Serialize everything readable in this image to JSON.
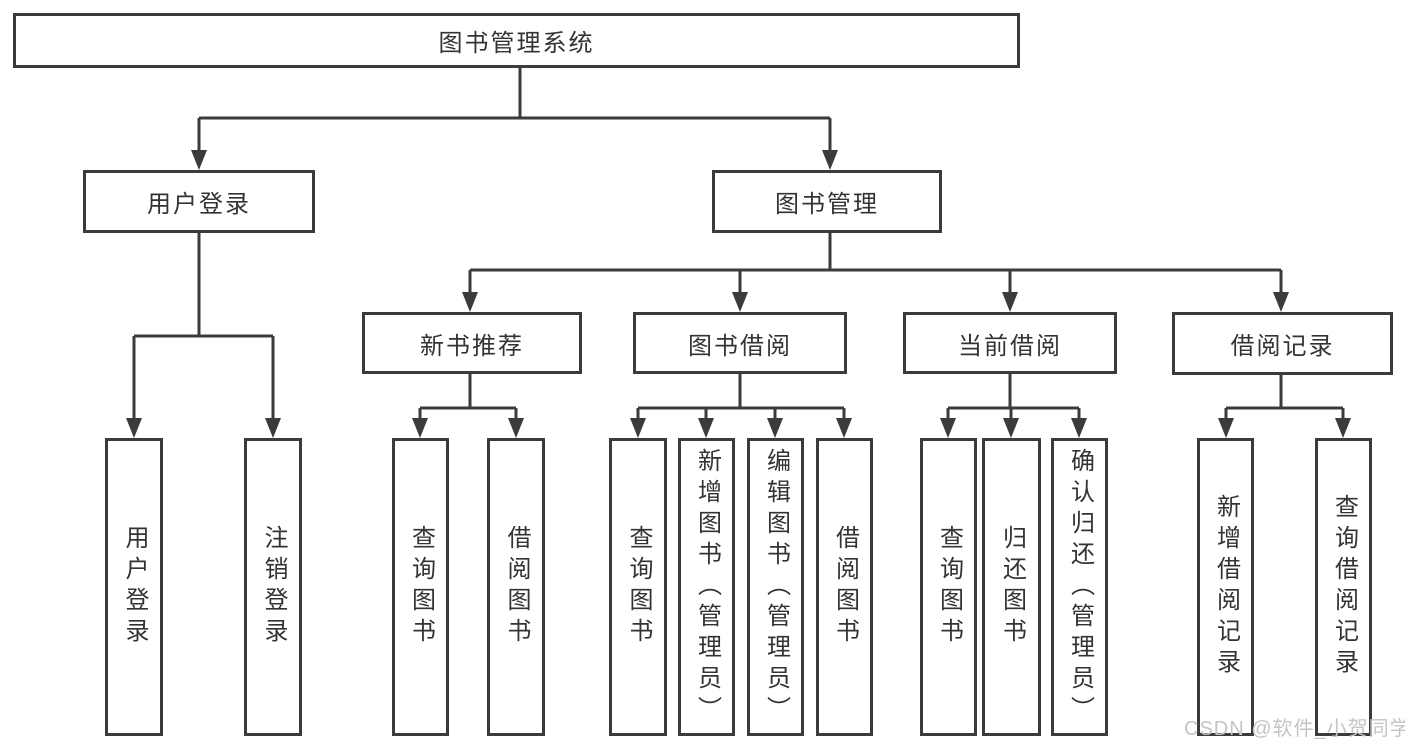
{
  "diagram": {
    "watermark": "CSDN @软件_小贺同学",
    "colors": {
      "line": "#3b3b3b",
      "text": "#333333",
      "watermark": "#c4c4c4",
      "background": "#ffffff"
    },
    "root": {
      "label": "图书管理系统",
      "children": [
        {
          "label": "用户登录",
          "children": [
            {
              "label": "用户登录"
            },
            {
              "label": "注销登录"
            }
          ]
        },
        {
          "label": "图书管理",
          "children": [
            {
              "label": "新书推荐",
              "children": [
                {
                  "label": "查询图书"
                },
                {
                  "label": "借阅图书"
                }
              ]
            },
            {
              "label": "图书借阅",
              "children": [
                {
                  "label": "查询图书"
                },
                {
                  "label": "新增图书（管理员）"
                },
                {
                  "label": "编辑图书（管理员）"
                },
                {
                  "label": "借阅图书"
                }
              ]
            },
            {
              "label": "当前借阅",
              "children": [
                {
                  "label": "查询图书"
                },
                {
                  "label": "归还图书"
                },
                {
                  "label": "确认归还（管理员）"
                }
              ]
            },
            {
              "label": "借阅记录",
              "children": [
                {
                  "label": "新增借阅记录"
                },
                {
                  "label": "查询借阅记录"
                }
              ]
            }
          ]
        }
      ]
    }
  }
}
